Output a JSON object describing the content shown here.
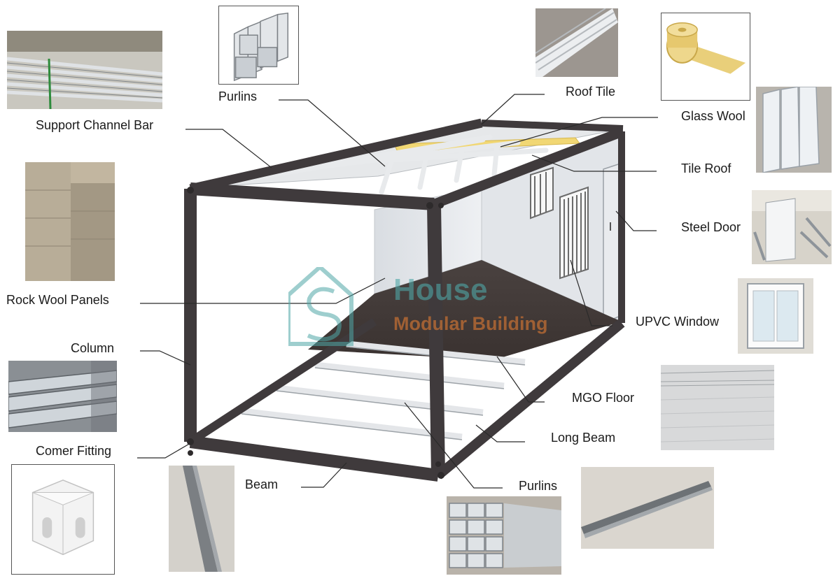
{
  "labels": {
    "purlins_top": "Purlins",
    "roof_tile": "Roof Tile",
    "glass_wool": "Glass Wool",
    "support_channel_bar": "Support Channel Bar",
    "tile_roof": "Tile Roof",
    "steel_door": "Steel Door",
    "rock_wool_panels": "Rock Wool Panels",
    "upvc_window": "UPVC Window",
    "column": "Column",
    "mgo_floor": "MGO Floor",
    "long_beam": "Long Beam",
    "corner_fitting": "Comer Fitting",
    "beam": "Beam",
    "purlins_bottom": "Purlins"
  },
  "watermark": {
    "brand": "House",
    "subtitle": "Modular Building"
  },
  "colors": {
    "frame": "#3f3a3c",
    "leader": "#2a2a2a",
    "watermark_teal": "#4fa7a7",
    "watermark_orange": "#e07b33"
  }
}
